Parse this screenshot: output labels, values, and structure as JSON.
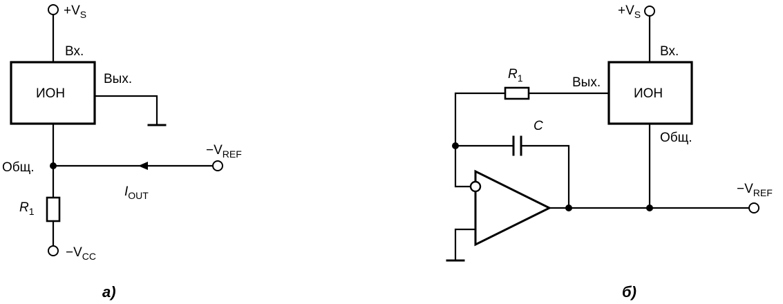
{
  "circuit_a": {
    "caption": "а)",
    "vs_label": {
      "main": "+V",
      "sub": "S"
    },
    "in_label": "Вх.",
    "box_label": "ИОН",
    "out_label": "Вых.",
    "com_label": "Общ.",
    "vref_label": {
      "main": "−V",
      "sub": "REF"
    },
    "iout_label": {
      "main": "I",
      "sub": "OUT"
    },
    "r1_label": {
      "main": "R",
      "sub": "1"
    },
    "vcc_label": {
      "main": "−V",
      "sub": "CC"
    }
  },
  "circuit_b": {
    "caption": "б)",
    "vs_label": {
      "main": "+V",
      "sub": "S"
    },
    "in_label": "Вх.",
    "box_label": "ИОН",
    "out_label": "Вых.",
    "com_label": "Общ.",
    "vref_label": {
      "main": "−V",
      "sub": "REF"
    },
    "r1_label": {
      "main": "R",
      "sub": "1"
    },
    "c_label": "C"
  }
}
